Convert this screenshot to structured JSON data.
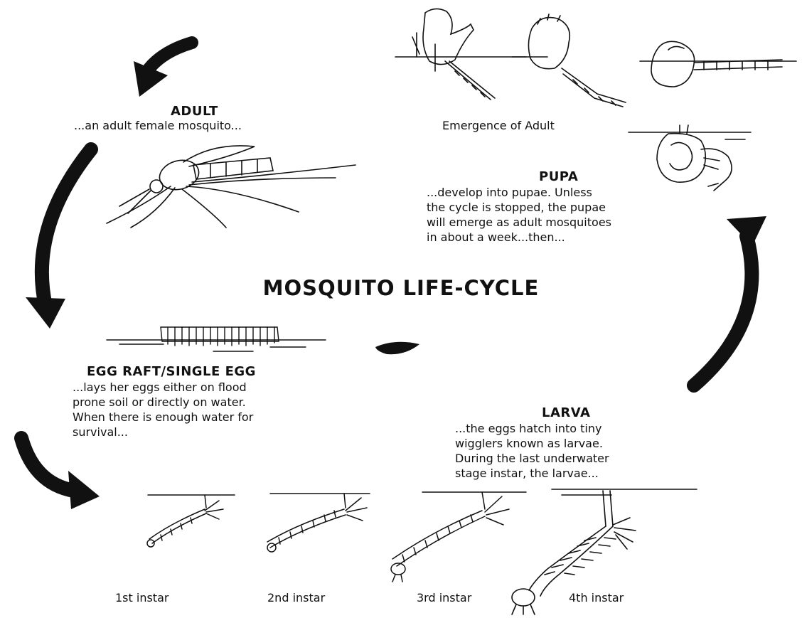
{
  "title": "MOSQUITO LIFE-CYCLE",
  "stages": {
    "adult": {
      "name": "ADULT",
      "description": "...an adult female mosquito..."
    },
    "emergence": {
      "caption": "Emergence of Adult"
    },
    "pupa": {
      "name": "PUPA",
      "description": "...develop into pupae.  Unless\nthe cycle is stopped, the pupae\nwill emerge as adult mosquitoes\nin about a week...then..."
    },
    "egg": {
      "name": "EGG RAFT/SINGLE EGG",
      "description": "...lays her eggs either on flood\nprone soil or directly on water.\nWhen there is enough water for\nsurvival..."
    },
    "larva": {
      "name": "LARVA",
      "description": "...the eggs hatch into tiny\nwigglers known as larvae.\nDuring the last underwater\nstage instar, the larvae..."
    }
  },
  "instars": [
    "1st instar",
    "2nd instar",
    "3rd instar",
    "4th instar"
  ],
  "colors": {
    "ink": "#111111",
    "background": "#ffffff"
  }
}
